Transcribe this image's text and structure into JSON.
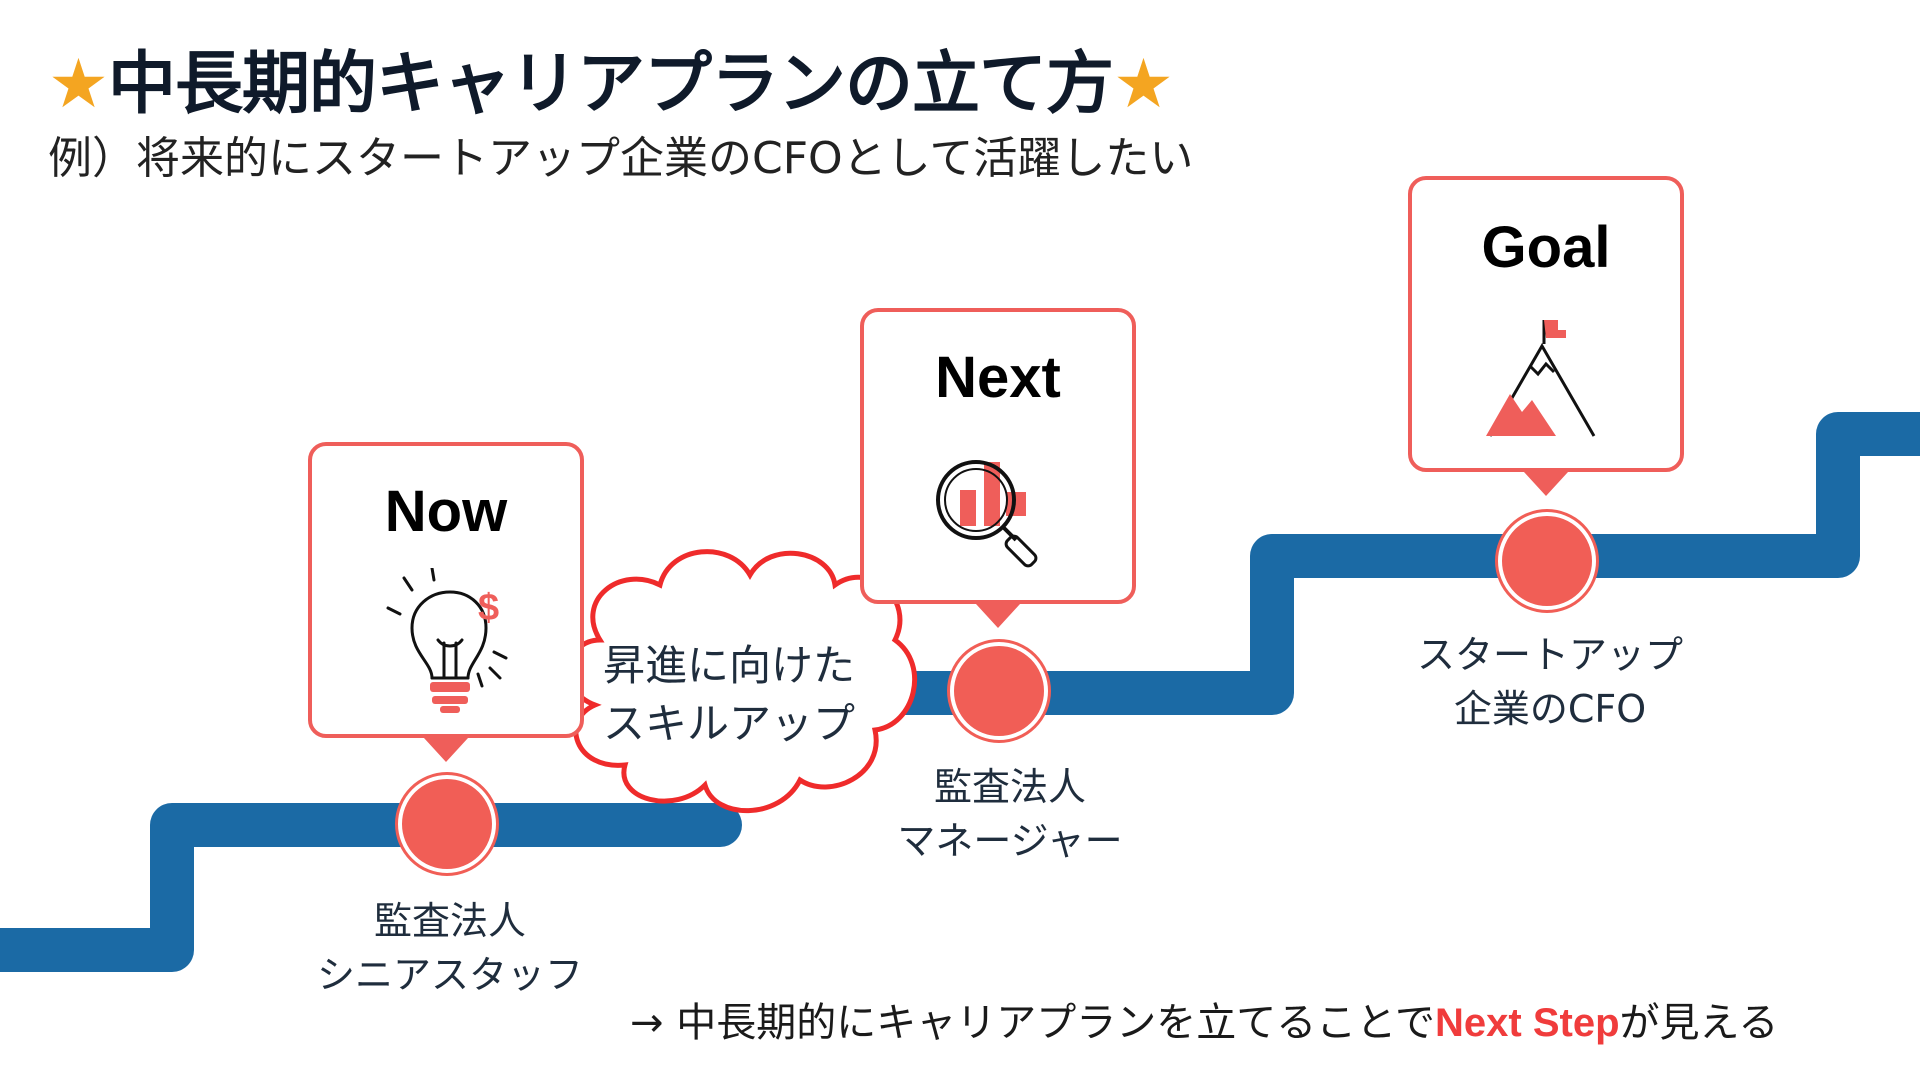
{
  "title": {
    "star_left": "★",
    "text": "中長期的キャリアプランの立て方",
    "star_right": "★"
  },
  "subtitle": "例）将来的にスタートアップ企業のCFOとして活躍したい",
  "steps": [
    {
      "label": "Now",
      "icon": "lightbulb-dollar-icon",
      "caption_line1": "監査法人",
      "caption_line2": "シニアスタッフ"
    },
    {
      "label": "Next",
      "icon": "magnifier-chart-icon",
      "caption_line1": "監査法人",
      "caption_line2": "マネージャー"
    },
    {
      "label": "Goal",
      "icon": "mountain-flag-icon",
      "caption_line1": "スタートアップ",
      "caption_line2": "企業のCFO"
    }
  ],
  "cloud": {
    "line1": "昇進に向けた",
    "line2": "スキルアップ"
  },
  "bottom_note": {
    "prefix": "→ 中長期的にキャリアプランを立てることで",
    "highlight": "Next Step",
    "suffix": "が見える"
  },
  "colors": {
    "accent": "#ef5e5a",
    "stairs": "#1b6aa5",
    "star": "#f4a521",
    "highlight": "#f03c3c"
  }
}
